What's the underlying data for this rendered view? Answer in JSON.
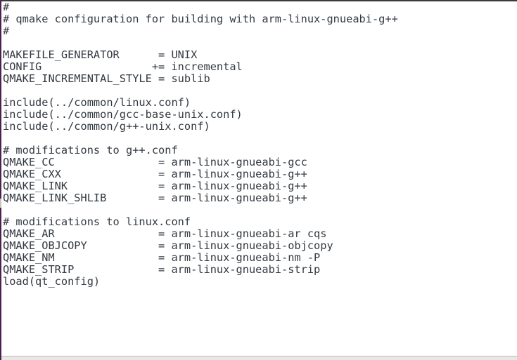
{
  "colors": {
    "background": "#ffffff",
    "text": "#333a42",
    "top_edge": "#3a3a3a",
    "left_border": "#4e2052",
    "left_border_notch": "#c8c5c0",
    "scrollbar_border": "#bfbbb6",
    "scrollbar_track": "#eae8e4"
  },
  "editor": {
    "lines": [
      "#",
      "# qmake configuration for building with arm-linux-gnueabi-g++",
      "#",
      "",
      "MAKEFILE_GENERATOR      = UNIX",
      "CONFIG                 += incremental",
      "QMAKE_INCREMENTAL_STYLE = sublib",
      "",
      "include(../common/linux.conf)",
      "include(../common/gcc-base-unix.conf)",
      "include(../common/g++-unix.conf)",
      "",
      "# modifications to g++.conf",
      "QMAKE_CC                = arm-linux-gnueabi-gcc",
      "QMAKE_CXX               = arm-linux-gnueabi-g++",
      "QMAKE_LINK              = arm-linux-gnueabi-g++",
      "QMAKE_LINK_SHLIB        = arm-linux-gnueabi-g++",
      "",
      "# modifications to linux.conf",
      "QMAKE_AR                = arm-linux-gnueabi-ar cqs",
      "QMAKE_OBJCOPY           = arm-linux-gnueabi-objcopy",
      "QMAKE_NM                = arm-linux-gnueabi-nm -P",
      "QMAKE_STRIP             = arm-linux-gnueabi-strip",
      "load(qt_config)"
    ]
  }
}
